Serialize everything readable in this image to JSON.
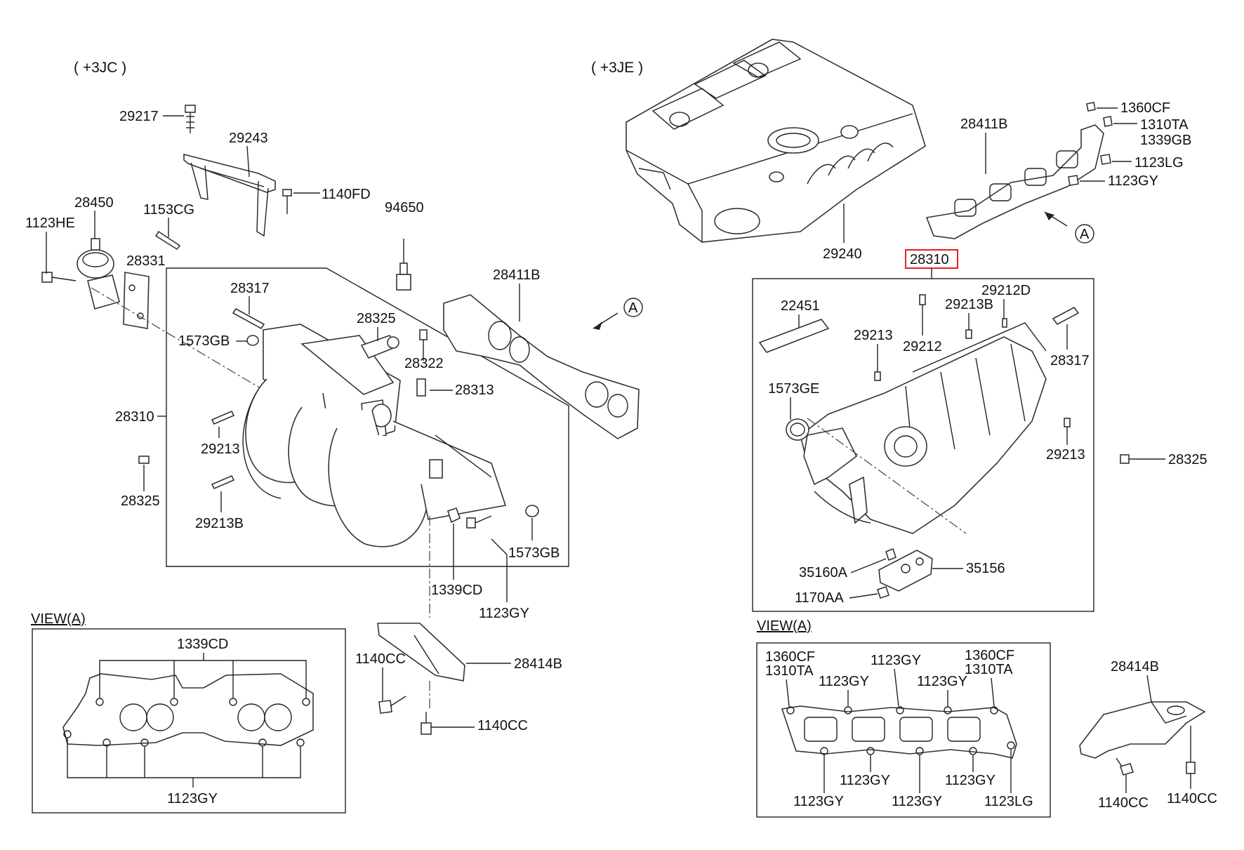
{
  "diagram": {
    "left_group": {
      "title": "( +3JC )"
    },
    "right_group": {
      "title": "( +3JE )"
    },
    "view_left_title": "VIEW(A)",
    "view_right_title": "VIEW(A)",
    "arrow_mark": "A",
    "highlighted_part": "28310",
    "labels": {
      "p29217": "29217",
      "p29243": "29243",
      "p1140FD": "1140FD",
      "p28450": "28450",
      "p1153CG": "1153CG",
      "p94650": "94650",
      "p1123HE": "1123HE",
      "p28331": "28331",
      "p28317a": "28317",
      "p28411Ba": "28411B",
      "p1573GBa": "1573GB",
      "p28325a": "28325",
      "p28322": "28322",
      "p28313": "28313",
      "p28310a": "28310",
      "p29213a": "29213",
      "p28325b": "28325",
      "p29213Ba": "29213B",
      "p1573GBb": "1573GB",
      "p1339CDa": "1339CD",
      "p1123GYa": "1123GY",
      "p1140CCa": "1140CC",
      "p28414Ba": "28414B",
      "p1140CCb": "1140CC",
      "p1339CDv": "1339CD",
      "p1123GYv": "1123GY",
      "p1360CFa": "1360CF",
      "p1310TAa": "1310TA",
      "p1339GB": "1339GB",
      "p28411Bb": "28411B",
      "p1123LGa": "1123LG",
      "p1123GYb": "1123GY",
      "p29240": "29240",
      "p28310b": "28310",
      "p22451": "22451",
      "p29212D": "29212D",
      "p29213Bb": "29213B",
      "p29213b": "29213",
      "p29212": "29212",
      "p28317b": "28317",
      "p1573GE": "1573GE",
      "p29213c": "29213",
      "p28325c": "28325",
      "p35160A": "35160A",
      "p35156": "35156",
      "p1170AA": "1170AA",
      "v1360CFa": "1360CF",
      "v1310TAa": "1310TA",
      "v1123GYa": "1123GY",
      "v1123GYb": "1123GY",
      "v1360CFb": "1360CF",
      "v1310TAb": "1310TA",
      "v1123GYc": "1123GY",
      "v1123GYd": "1123GY",
      "v1123GYe": "1123GY",
      "v1123GYf": "1123GY",
      "v1123GYg": "1123GY",
      "v1123LG": "1123LG",
      "p28414Bb": "28414B",
      "p1140CCc": "1140CC",
      "p1140CCd": "1140CC"
    }
  }
}
